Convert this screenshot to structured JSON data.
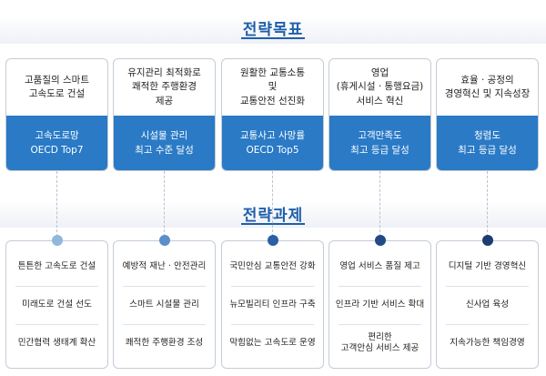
{
  "sections": {
    "goals_title": "전략목표",
    "tasks_title": "전략과제"
  },
  "columns": [
    {
      "goal": "고품질의 스마트\n고속도로 건설",
      "target": "고속도로망\nOECD Top7",
      "color": "#2a7ac6",
      "dot_color": "#8fb8dc",
      "tasks": [
        "튼튼한 고속도로 건설",
        "미래도로 건설 선도",
        "민간협력 생태계 확산"
      ]
    },
    {
      "goal": "유지관리 최적화로\n쾌적한 주행환경\n제공",
      "target": "시설물 관리\n최고 수준 달성",
      "color": "#2a7ac6",
      "dot_color": "#5a8fca",
      "tasks": [
        "예방적 재난 · 안전관리",
        "스마트 시설물 관리",
        "쾌적한 주행환경 조성"
      ]
    },
    {
      "goal": "원활한 교통소통\n및\n교통안전 선진화",
      "target": "교통사고 사망률\nOECD Top5",
      "color": "#2a7ac6",
      "dot_color": "#2a5fa5",
      "tasks": [
        "국민안심 교통안전 강화",
        "뉴모빌리티 인프라 구축",
        "막힘없는 고속도로 운영"
      ]
    },
    {
      "goal": "영업\n(휴게시설 · 통행요금)\n서비스 혁신",
      "target": "고객만족도\n최고 등급 달성",
      "color": "#2a7ac6",
      "dot_color": "#234a86",
      "tasks": [
        "영업 서비스 품질 제고",
        "인프라 기반 서비스 확대",
        "편리한\n고객안심 서비스 제공"
      ]
    },
    {
      "goal": "효율 · 공정의\n경영혁신 및 지속성장",
      "target": "청렴도\n최고 등급 달성",
      "color": "#2a7ac6",
      "dot_color": "#1d3c70",
      "tasks": [
        "디지털 기반 경영혁신",
        "신사업 육성",
        "지속가능한 책임경영"
      ]
    }
  ]
}
